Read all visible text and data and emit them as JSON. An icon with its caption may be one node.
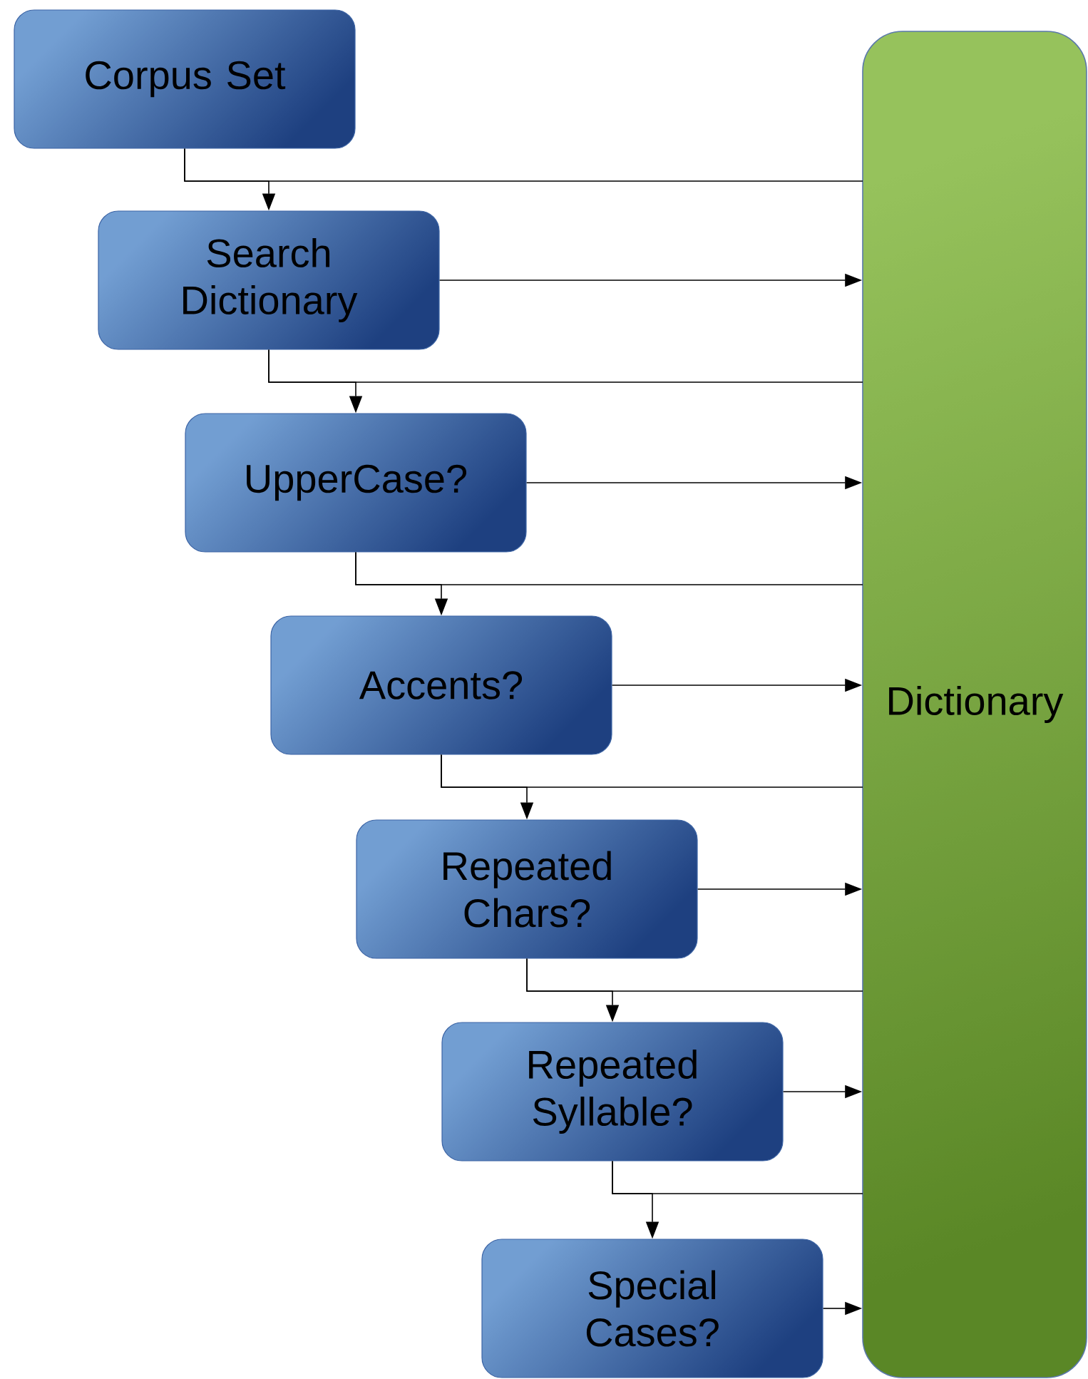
{
  "diagram": {
    "nodes": [
      {
        "text": [
          "Corpus Set"
        ]
      },
      {
        "text": [
          "Search Dictionary"
        ]
      },
      {
        "text": [
          "UpperCase?"
        ]
      },
      {
        "text": [
          "Accents?"
        ]
      },
      {
        "text": [
          "Repeated Chars?"
        ]
      },
      {
        "text": [
          "Repeated Syllable?"
        ]
      },
      {
        "text": [
          "Special Cases?"
        ]
      },
      {
        "text": [
          "Dictionary"
        ]
      }
    ],
    "edges": [
      {
        "from": 0,
        "to": 1,
        "arrow": "to"
      },
      {
        "from": 0,
        "to": 7,
        "arrow": "none"
      },
      {
        "from": 1,
        "to": 7,
        "arrow": "to"
      },
      {
        "from": 1,
        "to": 2,
        "arrow": "to"
      },
      {
        "from": 1,
        "to": 7,
        "arrow": "none"
      },
      {
        "from": 2,
        "to": 7,
        "arrow": "to"
      },
      {
        "from": 2,
        "to": 3,
        "arrow": "to"
      },
      {
        "from": 2,
        "to": 7,
        "arrow": "none"
      },
      {
        "from": 3,
        "to": 7,
        "arrow": "to"
      },
      {
        "from": 3,
        "to": 4,
        "arrow": "to"
      },
      {
        "from": 3,
        "to": 7,
        "arrow": "none"
      },
      {
        "from": 4,
        "to": 7,
        "arrow": "to"
      },
      {
        "from": 4,
        "to": 5,
        "arrow": "to"
      },
      {
        "from": 4,
        "to": 7,
        "arrow": "none"
      },
      {
        "from": 5,
        "to": 7,
        "arrow": "to"
      },
      {
        "from": 5,
        "to": 6,
        "arrow": "to"
      },
      {
        "from": 5,
        "to": 7,
        "arrow": "none"
      },
      {
        "from": 6,
        "to": 7,
        "arrow": "to"
      }
    ]
  }
}
